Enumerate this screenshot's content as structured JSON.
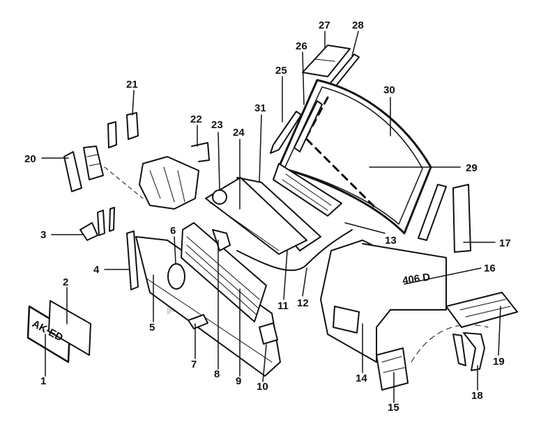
{
  "diagram": {
    "callouts": [
      {
        "id": "1",
        "label": "1"
      },
      {
        "id": "2",
        "label": "2"
      },
      {
        "id": "3",
        "label": "3"
      },
      {
        "id": "4",
        "label": "4"
      },
      {
        "id": "5",
        "label": "5"
      },
      {
        "id": "6",
        "label": "6"
      },
      {
        "id": "7",
        "label": "7"
      },
      {
        "id": "8",
        "label": "8"
      },
      {
        "id": "9",
        "label": "9"
      },
      {
        "id": "10",
        "label": "10"
      },
      {
        "id": "11",
        "label": "11"
      },
      {
        "id": "12",
        "label": "12"
      },
      {
        "id": "13",
        "label": "13"
      },
      {
        "id": "14",
        "label": "14"
      },
      {
        "id": "15",
        "label": "15"
      },
      {
        "id": "16",
        "label": "16"
      },
      {
        "id": "17",
        "label": "17"
      },
      {
        "id": "18",
        "label": "18"
      },
      {
        "id": "19",
        "label": "19"
      },
      {
        "id": "20",
        "label": "20"
      },
      {
        "id": "21",
        "label": "21"
      },
      {
        "id": "22",
        "label": "22"
      },
      {
        "id": "23",
        "label": "23"
      },
      {
        "id": "24",
        "label": "24"
      },
      {
        "id": "25",
        "label": "25"
      },
      {
        "id": "26",
        "label": "26"
      },
      {
        "id": "27",
        "label": "27"
      },
      {
        "id": "28",
        "label": "28"
      },
      {
        "id": "29",
        "label": "29"
      },
      {
        "id": "30",
        "label": "30"
      },
      {
        "id": "31",
        "label": "31"
      }
    ],
    "plate_text": "AK·ED",
    "model_badge": "406 D",
    "watermark": "Autoso"
  }
}
